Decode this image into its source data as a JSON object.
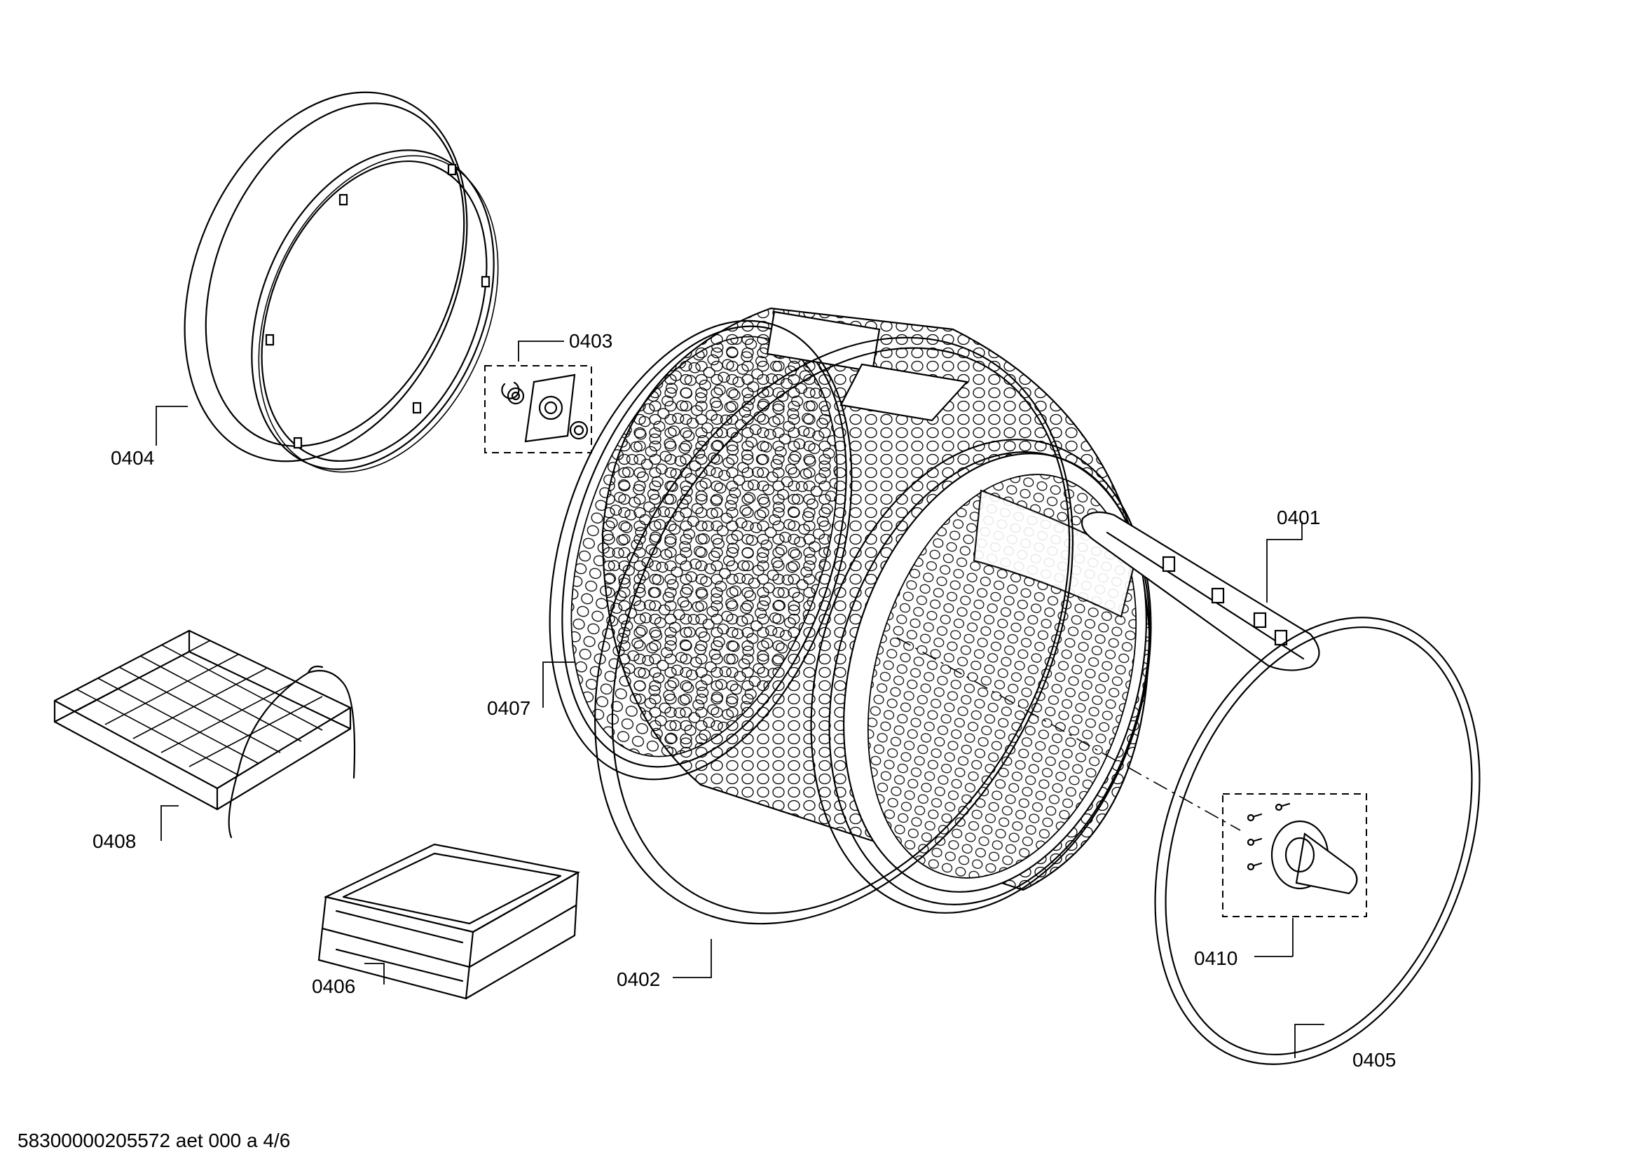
{
  "parts": {
    "p0401": "0401",
    "p0402": "0402",
    "p0403": "0403",
    "p0404": "0404",
    "p0405": "0405",
    "p0406": "0406",
    "p0407": "0407",
    "p0408": "0408",
    "p0410": "0410"
  },
  "footer": {
    "doc_id": "58300000205572 aet 000 a 4/6"
  },
  "colors": {
    "line": "#000000",
    "background": "#ffffff"
  }
}
